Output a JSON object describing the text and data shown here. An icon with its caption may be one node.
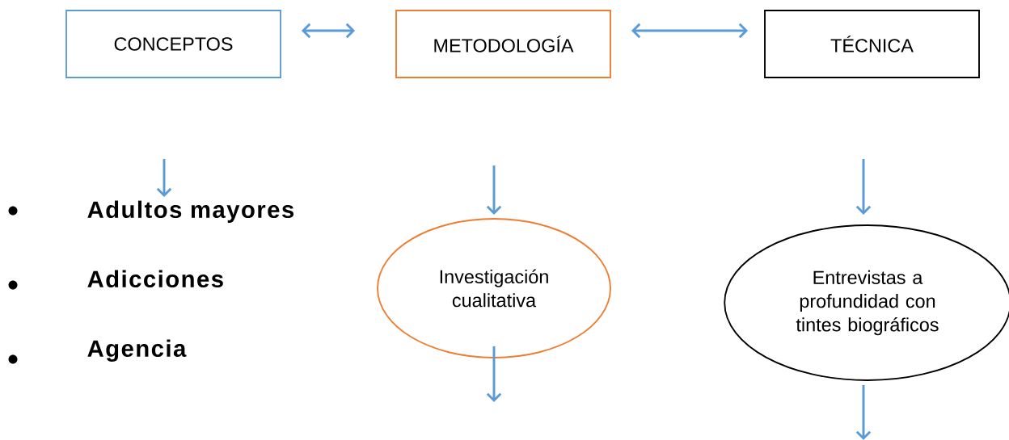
{
  "diagram": {
    "nodes": [
      {
        "text": [
          "CONCEPTOS"
        ]
      },
      {
        "text": [
          "METODOLOGÍA"
        ]
      },
      {
        "text": [
          "TÉCNICA"
        ]
      },
      {
        "text": [
          "Adultos mayores",
          "Adicciones",
          "Agencia"
        ]
      },
      {
        "text": [
          "Investigación cualitativa"
        ]
      },
      {
        "text": [
          "Entrevistas a profundidad con tintes biográficos"
        ]
      }
    ],
    "edges": [
      {
        "from": 0,
        "to": 1,
        "arrow": "both"
      },
      {
        "from": 1,
        "to": 2,
        "arrow": "both"
      },
      {
        "from": null,
        "to": 3,
        "arrow": "to"
      },
      {
        "from": null,
        "to": 4,
        "arrow": "to"
      },
      {
        "from": null,
        "to": 5,
        "arrow": "to"
      },
      {
        "from": 4,
        "to": null,
        "arrow": "to"
      },
      {
        "from": 5,
        "to": null,
        "arrow": "to"
      }
    ]
  }
}
